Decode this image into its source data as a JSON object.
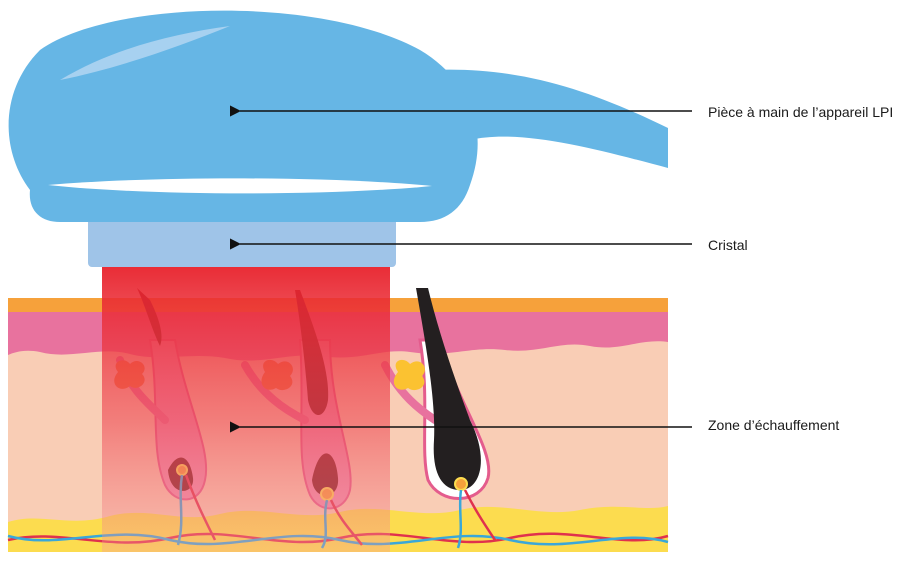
{
  "labels": {
    "handpiece": "Pièce à main de l’appareil LPI",
    "crystal": "Cristal",
    "heating_zone": "Zone d’échauffement"
  },
  "colors": {
    "handpiece": "#66b6e5",
    "crystal": "#9fc4e8",
    "light_beam": "#e8202a",
    "epidermis": "#f6a13b",
    "dermis_pink": "#e8729e",
    "tissue": "#f9cdb5",
    "fat_layer": "#fcdc4f",
    "hair_dark": "#231f20",
    "hair_treated": "#7a1a22"
  }
}
